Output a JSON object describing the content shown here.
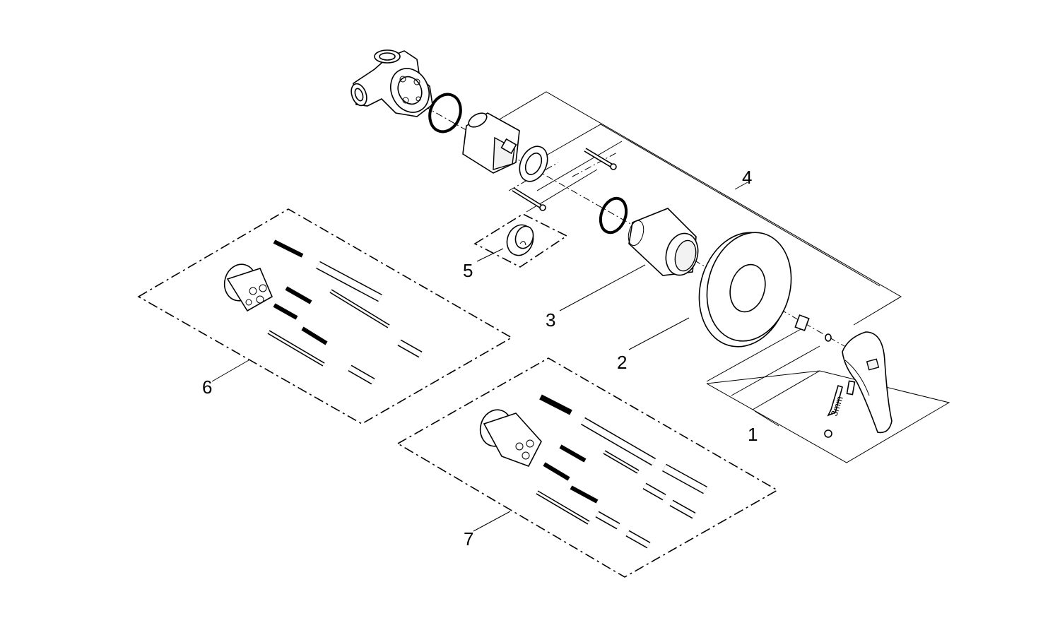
{
  "callouts": {
    "c1": "1",
    "c2": "2",
    "c3": "3",
    "c4": "4",
    "c5": "5",
    "c6": "6",
    "c7": "7"
  },
  "tool_label": "3mm"
}
